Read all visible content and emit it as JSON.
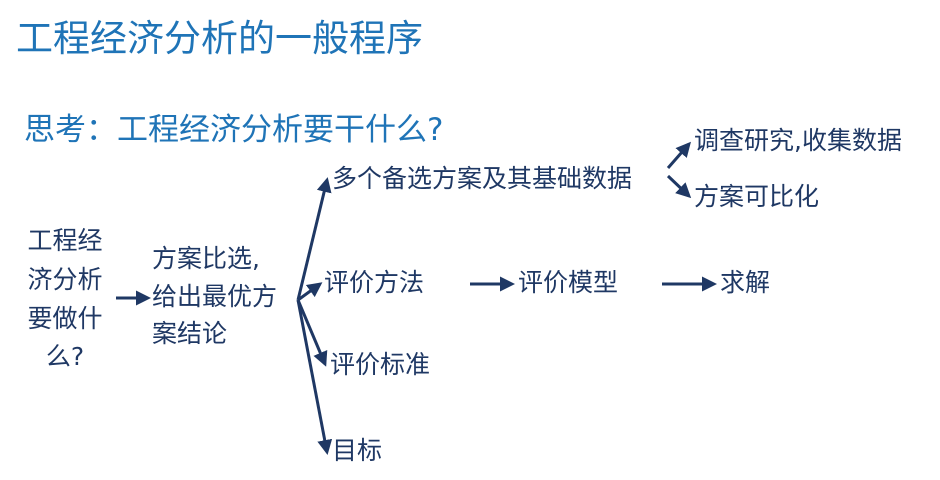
{
  "title": "工程经济分析的一般程序",
  "question": "思考：工程经济分析要干什么?",
  "root": {
    "lines": [
      "工程经",
      "济分析",
      "要做什",
      "么?"
    ]
  },
  "middle": {
    "lines": [
      "方案比选,",
      "给出最优方",
      "案结论"
    ]
  },
  "branches": {
    "alternatives": "多个备选方案及其基础数据",
    "research": "调查研究,收集数据",
    "comparability": "方案可比化",
    "method": "评价方法",
    "model": "评价模型",
    "solve": "求解",
    "criteria": "评价标准",
    "goal": "目标"
  },
  "colors": {
    "title": "#1f74b7",
    "text": "#1f3864",
    "arrow": "#1f3864"
  }
}
